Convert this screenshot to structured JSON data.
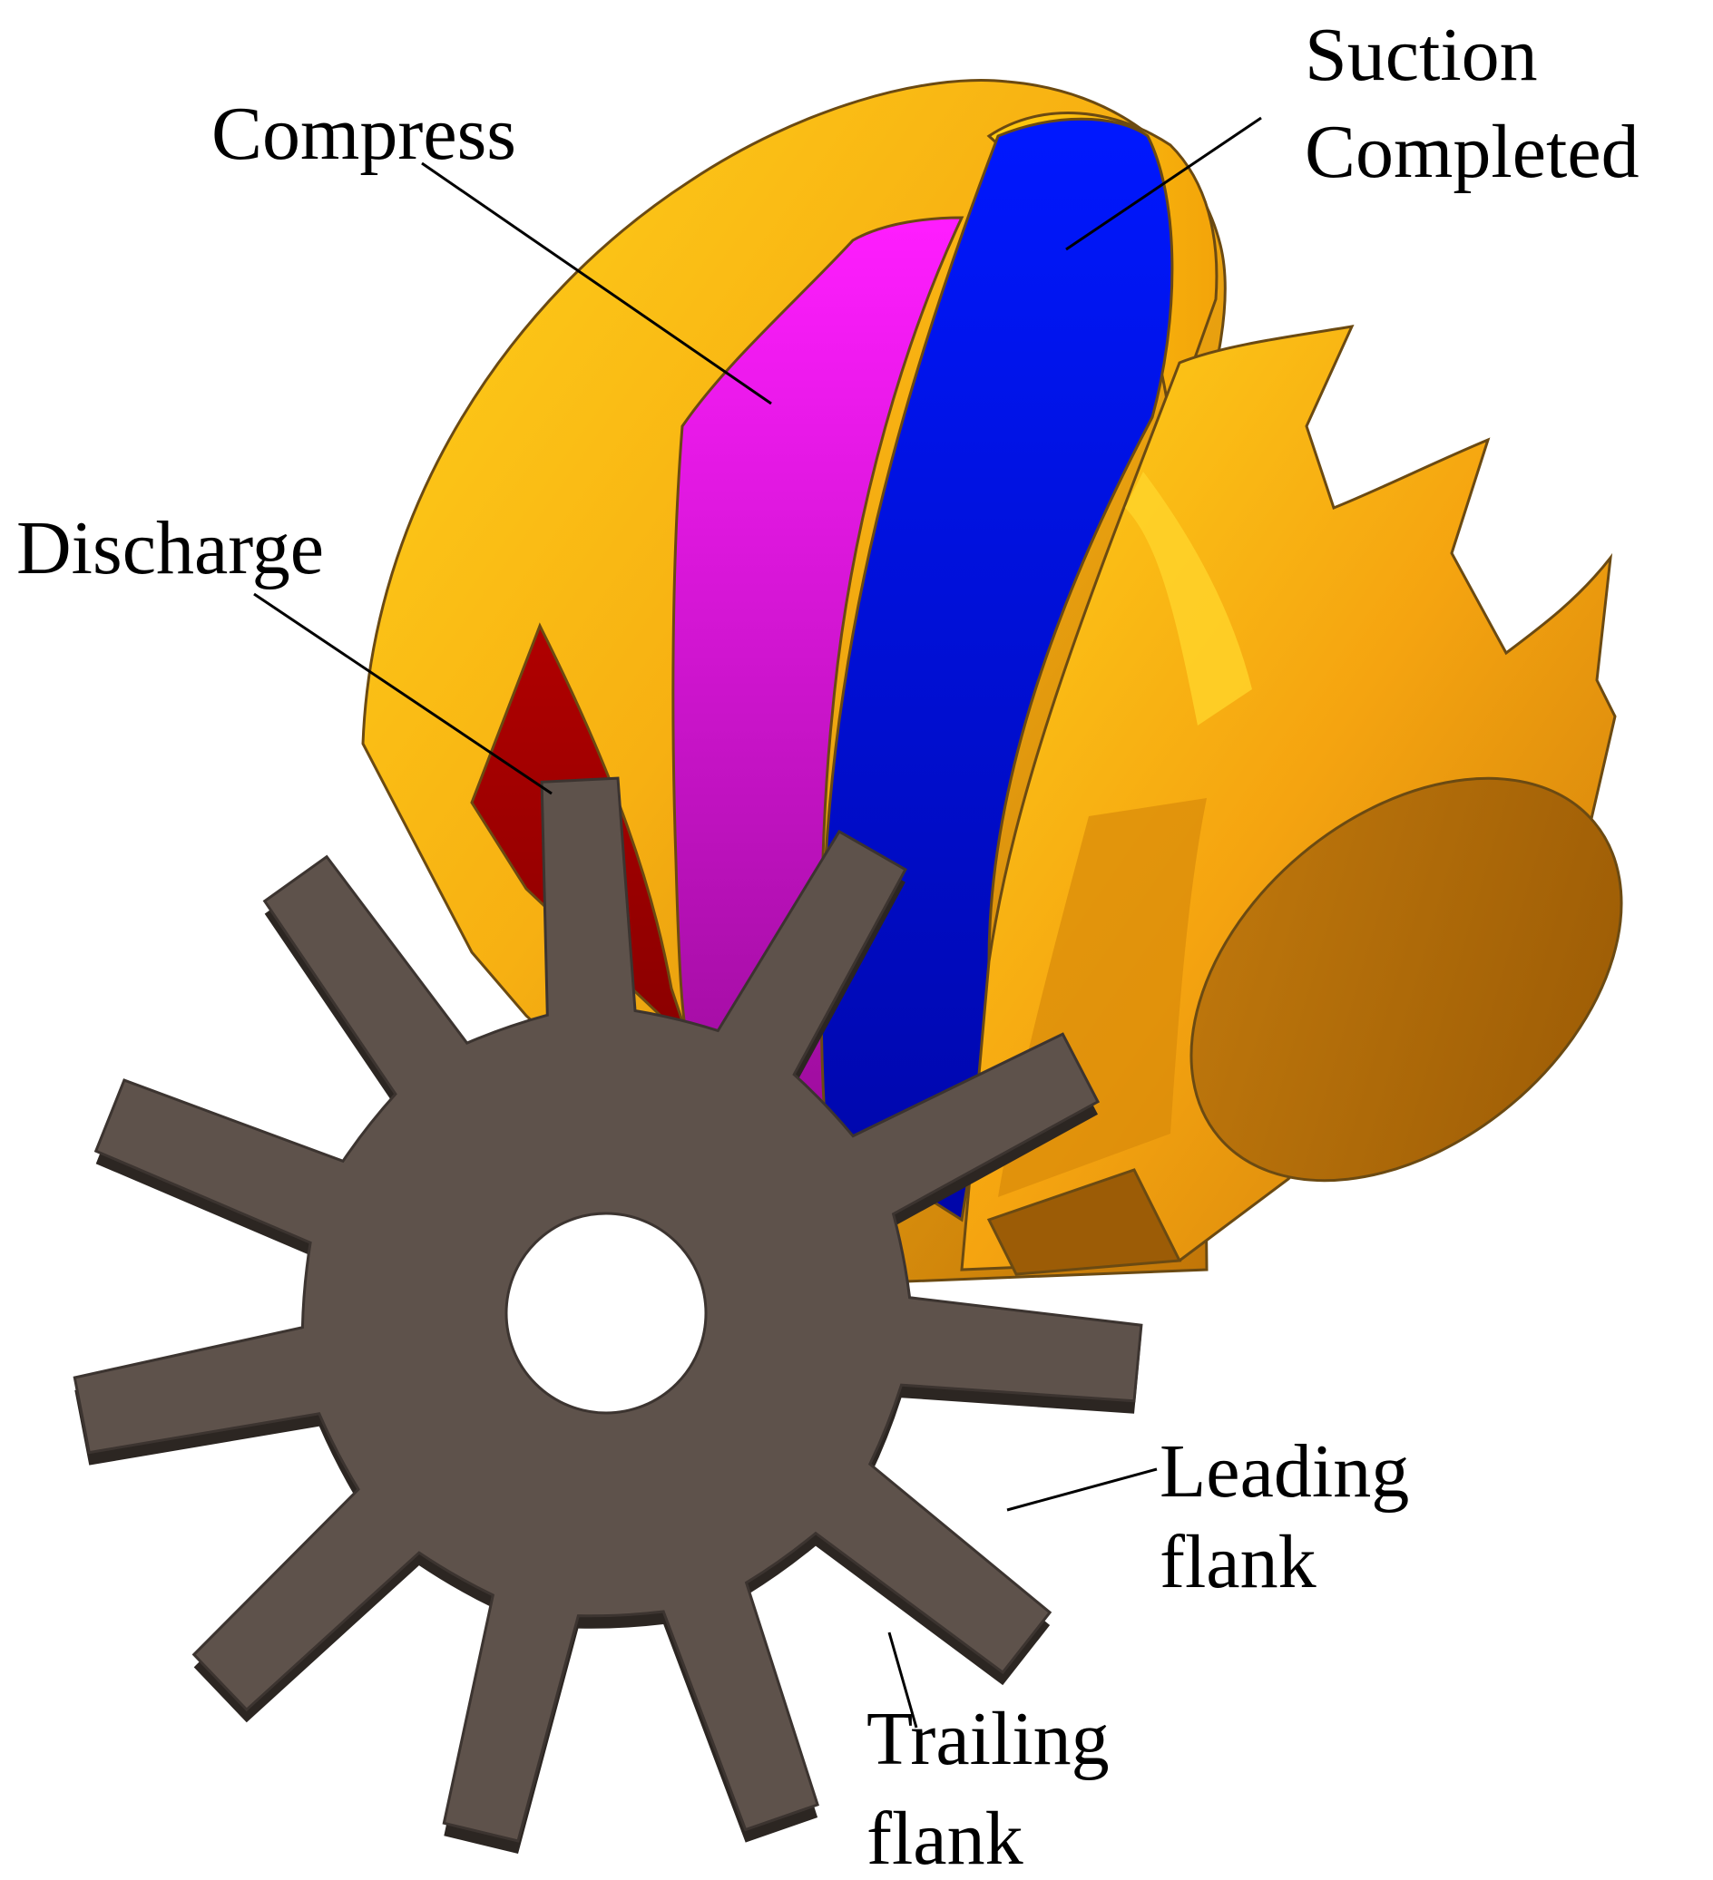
{
  "labels": {
    "suction_line1": "Suction",
    "suction_line2": "Completed",
    "compress": "Compress",
    "discharge": "Discharge",
    "leading_line1": "Leading",
    "leading_line2": "flank",
    "trailing_line1": "Trailing",
    "trailing_line2": "flank"
  },
  "colors": {
    "rotor_orange": "#f5a410",
    "rotor_yellow": "#ffd21a",
    "rotor_dark": "#b86d05",
    "suction_blue": "#0010f0",
    "compress_magenta": "#f20cf2",
    "discharge_red": "#a80000",
    "gate_rotor_brown": "#5e524b",
    "gate_rotor_shadow": "#2c2622"
  }
}
